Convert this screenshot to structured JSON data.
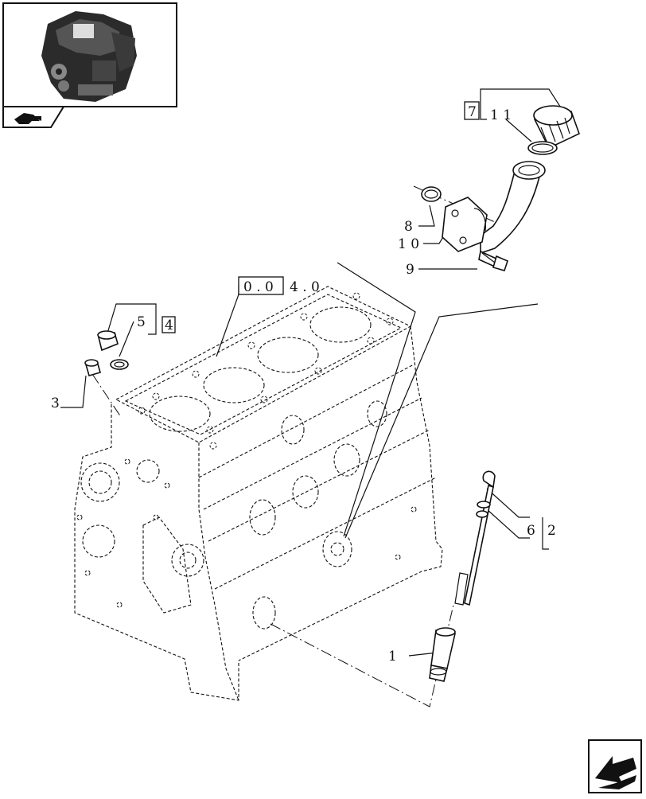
{
  "nav": {
    "thumbnail_icon": "engine-thumbnail-icon",
    "back_icon": "back-arrow-icon",
    "next_icon": "next-arrow-icon"
  },
  "callouts": {
    "item_1": "1",
    "item_2": "2",
    "item_3": "3",
    "item_4": "4",
    "item_5": "5",
    "item_6": "6",
    "item_7": "7",
    "item_8": "8",
    "item_9": "9",
    "item_10": "1 0",
    "item_11": "1 1",
    "ref_box": "0 . 0",
    "ref_suffix": "4 . 0"
  },
  "parts": {
    "engine_block": "engine-block-icon",
    "dipstick": "dipstick-icon",
    "dipstick_tube": "dipstick-tube-icon",
    "filler_pipe": "oil-filler-pipe-icon",
    "filler_cap": "filler-cap-icon",
    "plug": "plug-icon",
    "bolt": "bolt-icon"
  }
}
